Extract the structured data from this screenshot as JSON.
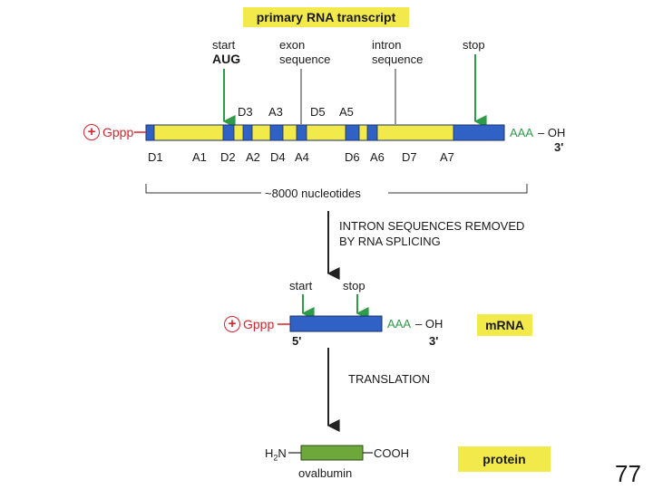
{
  "title": "primary RNA transcript",
  "transcript": {
    "top_labels": {
      "start": "start",
      "aug": "AUG",
      "exon": "exon",
      "exon_sequence": "sequence",
      "intron": "intron",
      "intron_sequence": "sequence",
      "stop": "stop"
    },
    "upper_sites": [
      "D3",
      "A3",
      "D5",
      "A5"
    ],
    "lower_sites": [
      "D1",
      "A1",
      "D2",
      "A2",
      "D4",
      "A4",
      "D6",
      "A6",
      "D7",
      "A7"
    ],
    "cap": "Gppp",
    "plus": "+",
    "tail": "AAA",
    "oh": "– OH",
    "three_prime": "3'",
    "length": "~8000 nucleotides"
  },
  "step1": {
    "line1": "INTRON SEQUENCES REMOVED",
    "line2": "BY RNA SPLICING"
  },
  "mrna": {
    "start": "start",
    "stop": "stop",
    "cap": "Gppp",
    "plus": "+",
    "tail": "AAA",
    "oh": "– OH",
    "five_prime": "5'",
    "three_prime": "3'",
    "label": "mRNA"
  },
  "step2": {
    "label": "TRANSLATION"
  },
  "protein": {
    "n_term": "H",
    "n_sub": "2",
    "n_end": "N",
    "c_term": "COOH",
    "name": "ovalbumin",
    "label": "protein"
  },
  "page_number": "77",
  "colors": {
    "exon": "#2f62c4",
    "intron": "#f2e94a",
    "arrow_green": "#2e9b48",
    "cap_red": "#d8232a",
    "polypeptide": "#6fa83a"
  }
}
